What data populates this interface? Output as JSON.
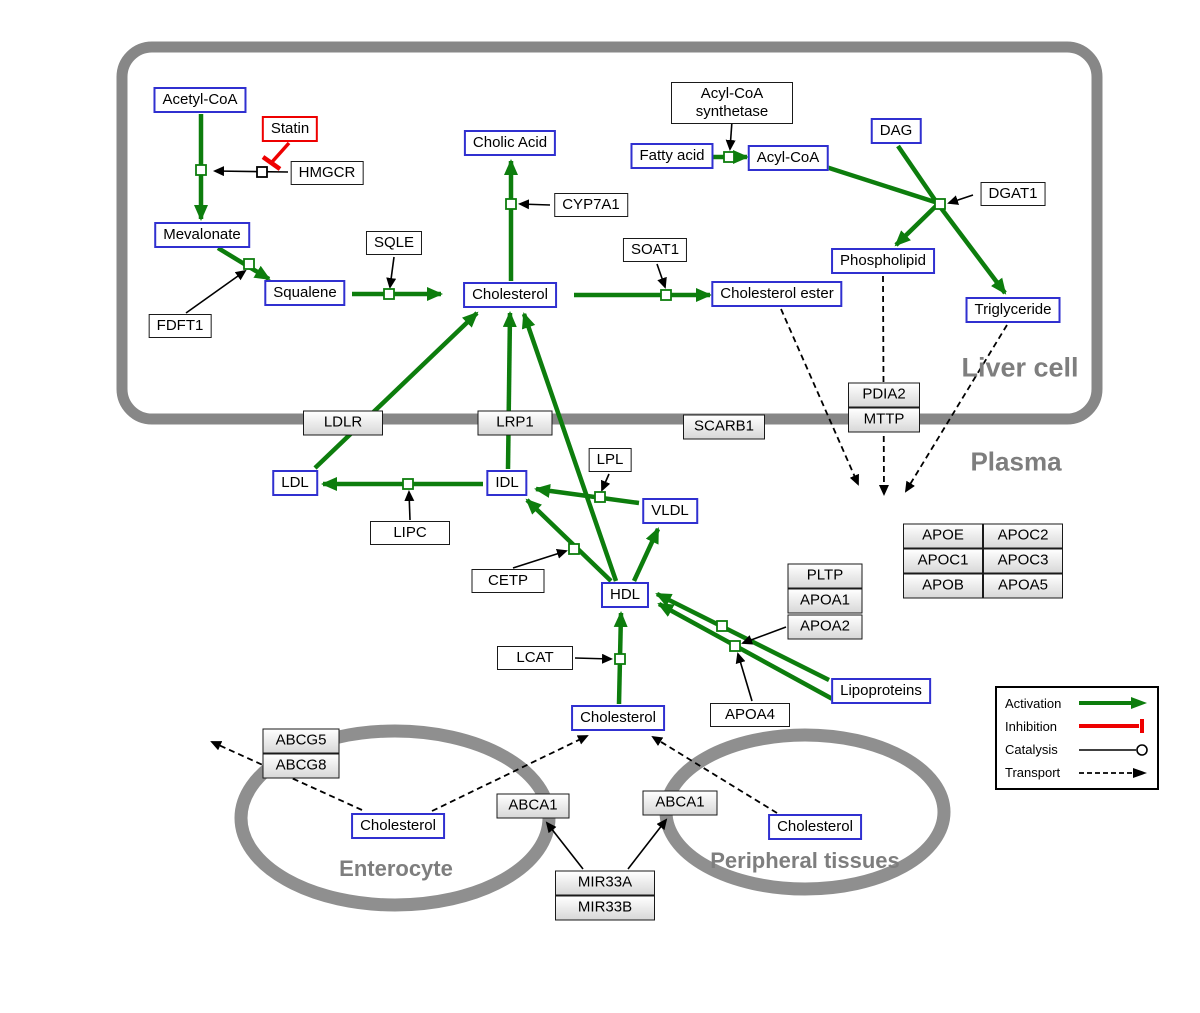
{
  "diagram": {
    "type": "metabolic-pathway",
    "compartments": {
      "liver_cell": "Liver cell",
      "plasma": "Plasma",
      "enterocyte": "Enterocyte",
      "peripheral_tissues": "Peripheral tissues"
    },
    "nodes": {
      "acetyl_coa": "Acetyl-CoA",
      "statin": "Statin",
      "hmgcr": "HMGCR",
      "mevalonate": "Mevalonate",
      "fdft1": "FDFT1",
      "squalene": "Squalene",
      "sqle": "SQLE",
      "cholesterol_liver": "Cholesterol",
      "cholic_acid": "Cholic Acid",
      "cyp7a1": "CYP7A1",
      "soat1": "SOAT1",
      "cholesterol_ester": "Cholesterol ester",
      "fatty_acid": "Fatty acid",
      "acyl_coa_synthetase": "Acyl-CoA synthetase",
      "acyl_coa": "Acyl-CoA",
      "dag": "DAG",
      "dgat1": "DGAT1",
      "phospholipid": "Phospholipid",
      "triglyceride": "Triglyceride",
      "pdia2": "PDIA2",
      "mttp": "MTTP",
      "ldlr": "LDLR",
      "lrp1": "LRP1",
      "scarb1": "SCARB1",
      "lpl": "LPL",
      "ldl": "LDL",
      "idl": "IDL",
      "vldl": "VLDL",
      "lipc": "LIPC",
      "cetp": "CETP",
      "hdl": "HDL",
      "lcat": "LCAT",
      "pltp": "PLTP",
      "apoa1": "APOA1",
      "apoa2": "APOA2",
      "apoa4": "APOA4",
      "lipoproteins": "Lipoproteins",
      "apoe": "APOE",
      "apoc2": "APOC2",
      "apoc1": "APOC1",
      "apoc3": "APOC3",
      "apob": "APOB",
      "apoa5": "APOA5",
      "cholesterol_plasma": "Cholesterol",
      "abcg5": "ABCG5",
      "abcg8": "ABCG8",
      "cholesterol_enterocyte": "Cholesterol",
      "abca1_enterocyte": "ABCA1",
      "abca1_peripheral": "ABCA1",
      "cholesterol_peripheral": "Cholesterol",
      "mir33a": "MIR33A",
      "mir33b": "MIR33B"
    },
    "legend": {
      "activation": "Activation",
      "inhibition": "Inhibition",
      "catalysis": "Catalysis",
      "transport": "Transport"
    },
    "colors": {
      "activation_green": "#0d7d0d",
      "inhibition_red": "#ee0000",
      "metabolite_border_blue": "#3030d0",
      "compartment_gray": "#878787"
    }
  }
}
